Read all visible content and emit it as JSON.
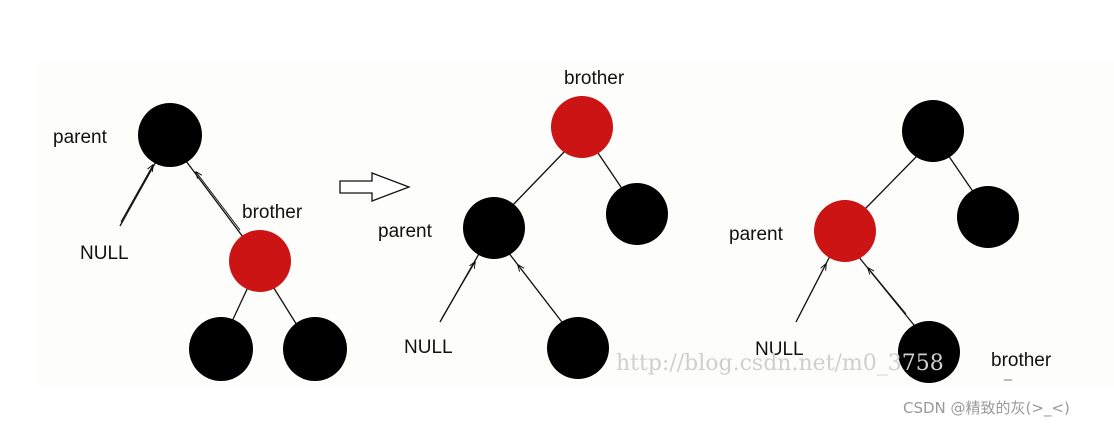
{
  "colors": {
    "black_node": "#000000",
    "red_node": "#cc1414",
    "edge": "#111111",
    "panel": "#fdfdfb"
  },
  "diagram1": {
    "label_parent": "parent",
    "label_brother": "brother",
    "label_null": "NULL"
  },
  "arrow": {
    "icon": "hollow-right-arrow-icon"
  },
  "diagram2": {
    "label_brother": "brother",
    "label_parent": "parent",
    "label_null": "NULL"
  },
  "diagram3": {
    "label_parent": "parent",
    "label_null": "NULL",
    "label_brother": "brother"
  },
  "watermark": {
    "text": "http://blog.csdn.net/m0_3758"
  },
  "credit": {
    "text": "CSDN @精致的灰(>_<)"
  }
}
